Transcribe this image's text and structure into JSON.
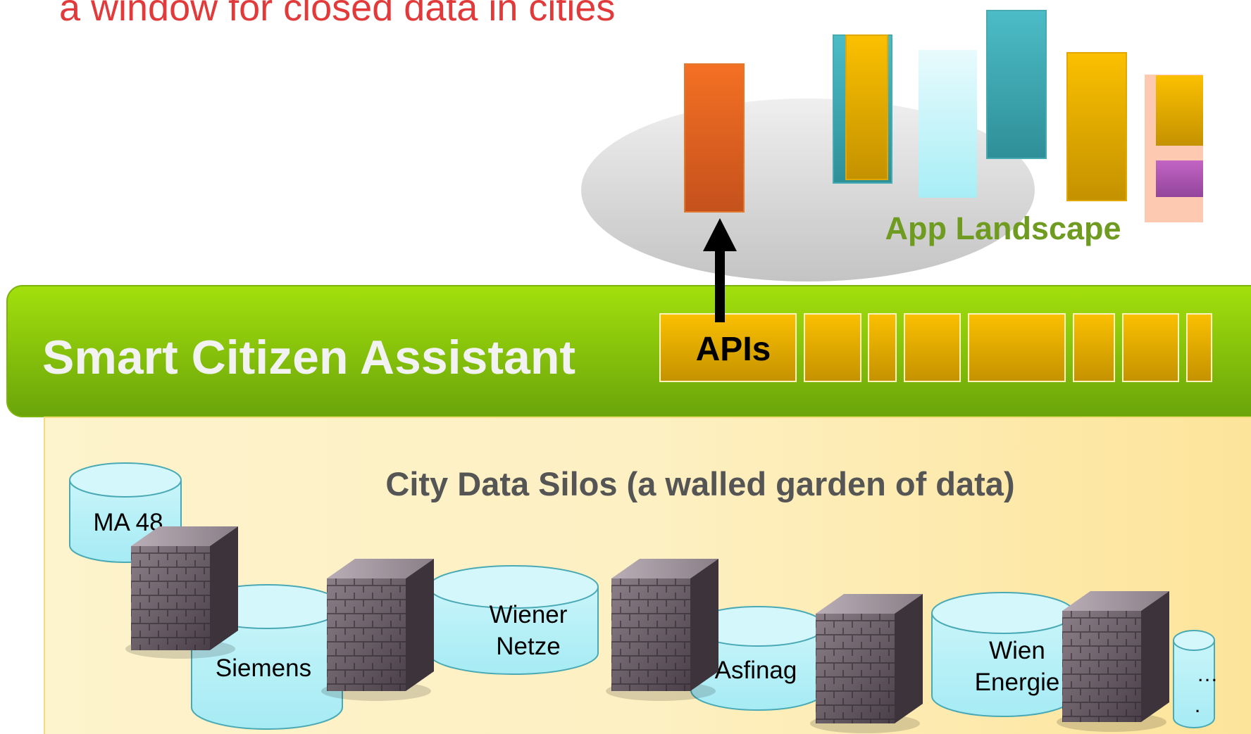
{
  "title": "a window for closed data in cities",
  "app_landscape": {
    "label": "App Landscape"
  },
  "assistant": {
    "label": "Smart Citizen Assistant"
  },
  "apis": {
    "label": "APIs"
  },
  "silos": {
    "heading": "City Data Silos (a walled garden of data)",
    "items": [
      {
        "line1": "MA 48",
        "line2": ""
      },
      {
        "line1": "Siemens",
        "line2": ""
      },
      {
        "line1": "Wiener",
        "line2": "Netze"
      },
      {
        "line1": "Asfinag",
        "line2": ""
      },
      {
        "line1": "Wien",
        "line2": "Energie"
      },
      {
        "line1": "…",
        "line2": "."
      }
    ]
  },
  "colors": {
    "title": "#e23a3a",
    "green_top": "#9bdc0a",
    "green_bottom": "#6aa70a",
    "api_gold": "#f5b800",
    "app_label": "#6e9b20",
    "silo_fill": "#bff3f8",
    "heading": "#555555"
  }
}
